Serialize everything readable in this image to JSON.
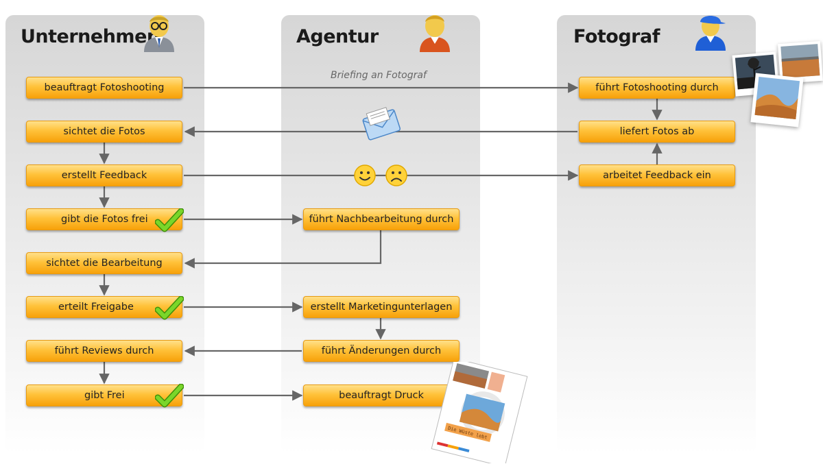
{
  "lanes": {
    "company": "Unternehmen",
    "agency": "Agentur",
    "photographer": "Fotograf"
  },
  "caption_briefing": "Briefing an Fotograf",
  "company_steps": [
    "beauftragt Fotoshooting",
    "sichtet die Fotos",
    "erstellt Feedback",
    "gibt die Fotos frei",
    "sichtet die Bearbeitung",
    "erteilt Freigabe",
    "führt Reviews durch",
    "gibt Frei"
  ],
  "agency_steps": [
    "führt Nachbearbeitung durch",
    "erstellt Marketingunterlagen",
    "führt Änderungen durch",
    "beauftragt Druck"
  ],
  "photographer_steps": [
    "führt Fotoshooting durch",
    "liefert Fotos ab",
    "arbeitet Feedback ein"
  ],
  "brochure_text": "Die Wüste lebt",
  "colors": {
    "box_top": "#ffe08a",
    "box_bottom": "#f7a10a",
    "arrow": "#666666",
    "check": "#6cc21c"
  },
  "icons": [
    "businessman-icon",
    "agent-icon",
    "photographer-icon",
    "envelope-icon",
    "smiley-happy-icon",
    "smiley-sad-icon",
    "checkmark-icon"
  ]
}
